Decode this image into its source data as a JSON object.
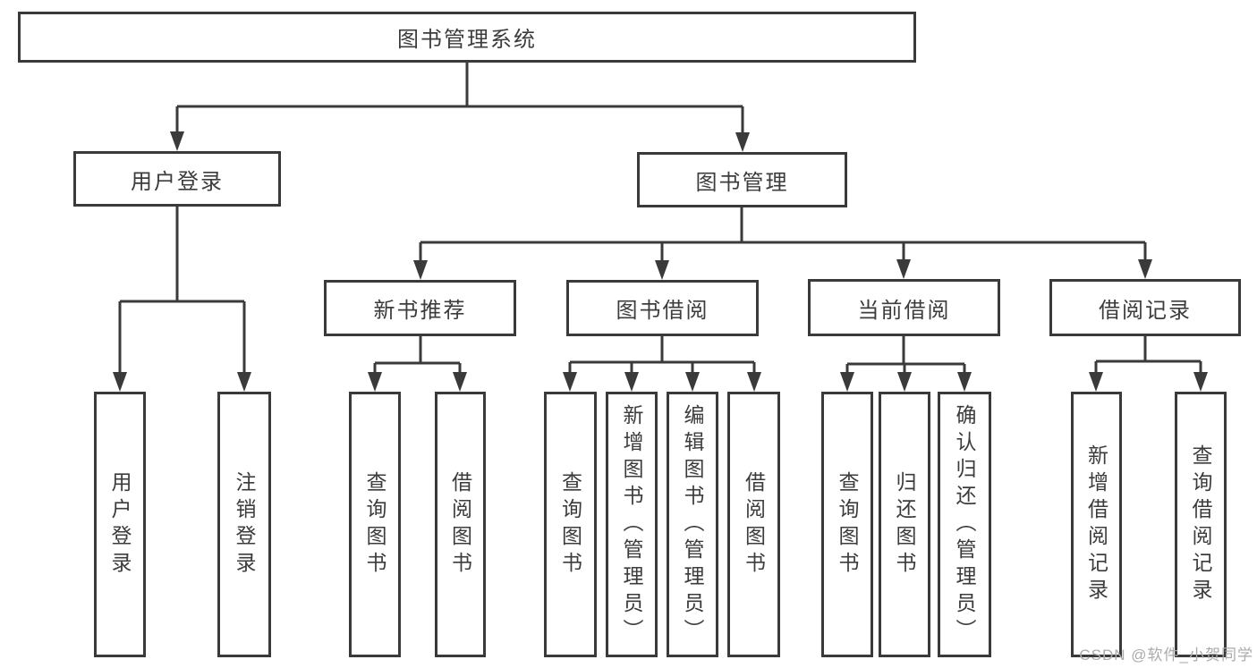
{
  "tree": {
    "root": "图书管理系统",
    "user_login": {
      "label": "用户登录",
      "leaves": [
        "用户登录",
        "注销登录"
      ]
    },
    "book_mgmt": {
      "label": "图书管理",
      "groups": [
        {
          "label": "新书推荐",
          "leaves": [
            "查询图书",
            "借阅图书"
          ]
        },
        {
          "label": "图书借阅",
          "leaves": [
            "查询图书",
            "新增图书（管理员）",
            "编辑图书（管理员）",
            "借阅图书"
          ]
        },
        {
          "label": "当前借阅",
          "leaves": [
            "查询图书",
            "归还图书",
            "确认归还（管理员）"
          ]
        },
        {
          "label": "借阅记录",
          "leaves": [
            "新增借阅记录",
            "查询借阅记录"
          ]
        }
      ]
    }
  },
  "watermark": {
    "text": "CSDN @软件_小贺同学"
  },
  "colors": {
    "line": "#3a3a3a",
    "text": "#3c3c3c",
    "watermark": "#ababab",
    "background": "#ffffff"
  }
}
